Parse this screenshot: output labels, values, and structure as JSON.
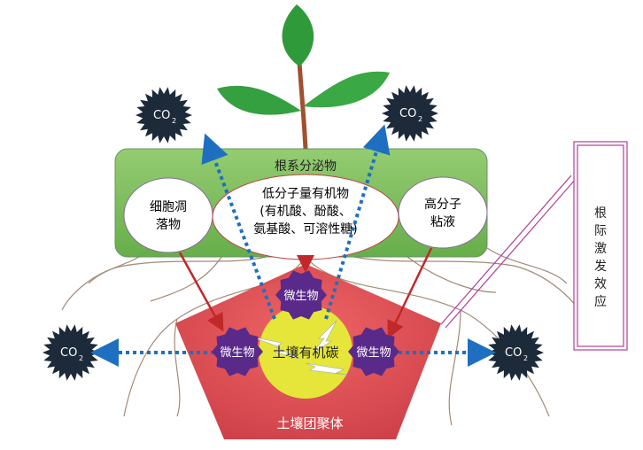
{
  "co2": {
    "label": "CO",
    "subscript": "2"
  },
  "exudates": {
    "title": "根系分泌物"
  },
  "left_ellipse": {
    "line1": "细胞凋",
    "line2": "落物"
  },
  "center_ellipse": {
    "line1": "低分子量有机物",
    "line2": "(有机酸、酚酸、",
    "line3": "氨基酸、可溶性糖)"
  },
  "right_ellipse": {
    "line1": "高分子",
    "line2": "粘液"
  },
  "microbe": {
    "label": "微生物"
  },
  "soc": {
    "label": "土壤有机碳"
  },
  "aggregate": {
    "label": "土壤团聚体"
  },
  "callout": {
    "label": "根际激发效应"
  },
  "colors": {
    "green_box": "#6fb84a",
    "pentagon": "#e0484a",
    "microbe": "#5a2a8a",
    "soc": "#e6e63a",
    "arrow_red": "#c0282a",
    "arrow_blue": "#1f6fc0",
    "callout": "#b0409a",
    "co2": "#1c2a3a"
  }
}
